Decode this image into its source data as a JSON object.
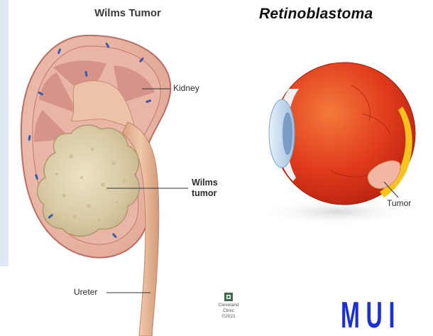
{
  "wilms": {
    "title": "Wilms Tumor",
    "labels": {
      "kidney": "Kidney",
      "tumor_line1": "Wilms",
      "tumor_line2": "tumor",
      "ureter": "Ureter"
    },
    "credit": {
      "name_line1": "Cleveland",
      "name_line2": "Clinic",
      "year": "©2021"
    }
  },
  "retinoblastoma": {
    "title": "Retinoblastoma",
    "labels": {
      "tumor": "Tumor"
    }
  },
  "brand_text": "MUI",
  "colors": {
    "kidney_outer": "#e8b4a6",
    "kidney_inner": "#d98f86",
    "tumor": "#d8c9a3",
    "ureter": "#e6b89a",
    "eye_red": "#e03a1c",
    "eye_highlight": "#f47a3a",
    "cornea": "#bcd6ec",
    "tumor_eye": "#f2b7a0",
    "brand_blue": "#1b2fd6"
  }
}
